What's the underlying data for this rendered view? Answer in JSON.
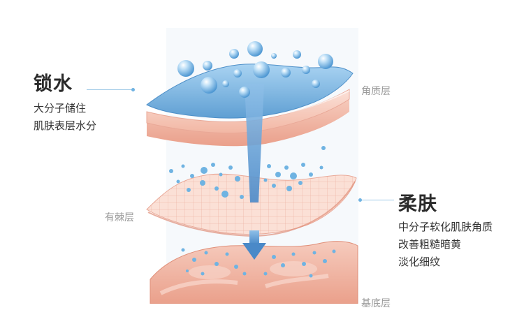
{
  "left_block": {
    "heading": "锁水",
    "lines": [
      "大分子储住",
      "肌肤表层水分"
    ]
  },
  "right_block": {
    "heading": "柔肤",
    "lines": [
      "中分子软化肌肤角质",
      "改善粗糙暗黄",
      "淡化细纹"
    ]
  },
  "layer_labels": {
    "top": "角质层",
    "middle": "有棘层",
    "bottom": "基底层"
  },
  "colors": {
    "water_top": "#7db7e0",
    "skin_pink": "#f7cfc2",
    "skin_deep": "#eea894",
    "arrow": "#5a9ad2",
    "bubble": "#7fbfe8"
  }
}
